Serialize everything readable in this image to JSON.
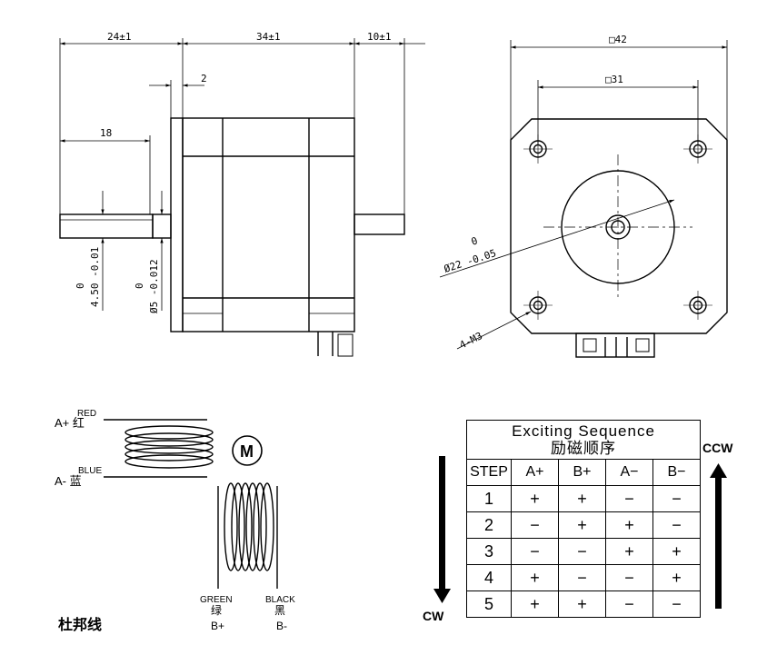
{
  "dims": {
    "shaft_len": "24±1",
    "body_len": "34±1",
    "rear_shaft": "10±1",
    "boss": "2",
    "flat_len": "18",
    "flat_dia_tol": "0",
    "flat_dia": "4.50 -0.01",
    "shaft_dia_tol": "0",
    "shaft_dia": "Ø5 -0.012",
    "width": "□42",
    "hole_span": "□31",
    "pilot_tol": "0",
    "pilot_dia": "Ø22 -0.05",
    "thread": "4-M3"
  },
  "wiring": {
    "a_plus_color": "RED",
    "a_plus": "A+ 红",
    "a_minus_color": "BLUE",
    "a_minus": "A- 蓝",
    "motor": "M",
    "b_plus_color": "GREEN",
    "b_plus_cn": "绿",
    "b_plus": "B+",
    "b_minus_color": "BLACK",
    "b_minus_cn": "黑",
    "b_minus": "B-",
    "connector": "杜邦线"
  },
  "sequence": {
    "title_en": "Exciting Sequence",
    "title_cn": "励磁顺序",
    "headers": [
      "STEP",
      "A+",
      "B+",
      "A−",
      "B−"
    ],
    "rows": [
      [
        "1",
        "+",
        "+",
        "−",
        "−"
      ],
      [
        "2",
        "−",
        "+",
        "+",
        "−"
      ],
      [
        "3",
        "−",
        "−",
        "+",
        "+"
      ],
      [
        "4",
        "+",
        "−",
        "−",
        "+"
      ],
      [
        "5",
        "+",
        "+",
        "−",
        "−"
      ]
    ],
    "cw": "CW",
    "ccw": "CCW"
  }
}
